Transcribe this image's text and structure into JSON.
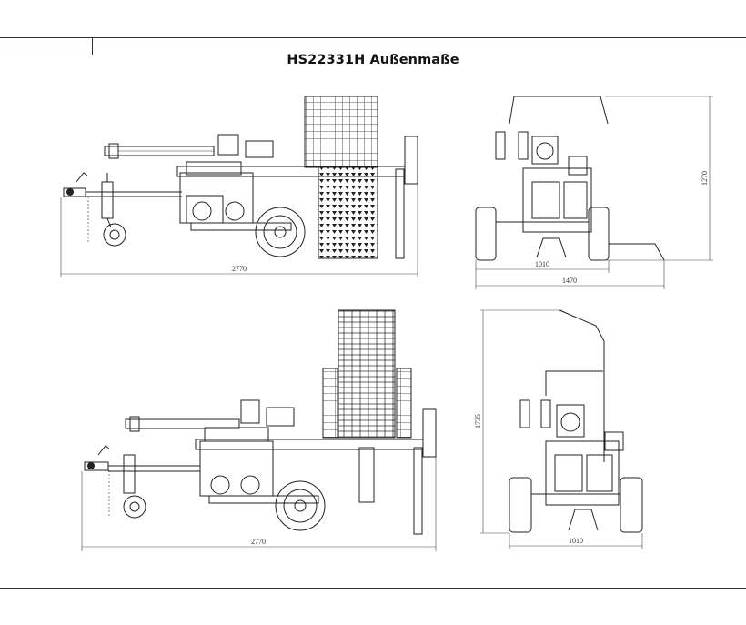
{
  "title": "HS22331H Außenmaße",
  "views": [
    {
      "name": "side-view-transport",
      "dimensions": [
        "2770"
      ]
    },
    {
      "name": "front-view-transport",
      "dimensions": [
        "1270",
        "1010",
        "1470"
      ]
    },
    {
      "name": "side-view-working",
      "dimensions": [
        "2770"
      ]
    },
    {
      "name": "front-view-working",
      "dimensions": [
        "1735",
        "1010"
      ]
    }
  ]
}
